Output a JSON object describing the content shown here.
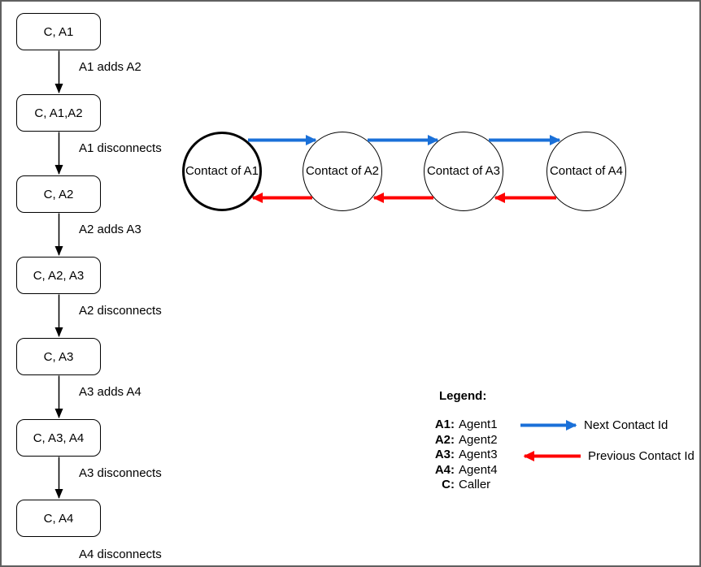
{
  "flow": {
    "boxes": [
      "C, A1",
      "C, A1,A2",
      "C, A2",
      "C, A2, A3",
      "C, A3",
      "C, A3, A4",
      "C, A4"
    ],
    "transitions": [
      "A1 adds A2",
      "A1 disconnects",
      "A2 adds A3",
      "A2 disconnects",
      "A3 adds A4",
      "A3 disconnects",
      "A4 disconnects"
    ]
  },
  "contacts": [
    "Contact of A1",
    "Contact of A2",
    "Contact of A3",
    "Contact of A4"
  ],
  "legend": {
    "title": "Legend:",
    "entries": [
      {
        "key": "A1:",
        "value": "Agent1"
      },
      {
        "key": "A2:",
        "value": "Agent2"
      },
      {
        "key": "A3:",
        "value": "Agent3"
      },
      {
        "key": "A4:",
        "value": "Agent4"
      },
      {
        "key": "C:",
        "value": "Caller"
      }
    ],
    "next_label": "Next Contact Id",
    "previous_label": "Previous Contact Id"
  },
  "colors": {
    "next": "#1a70d8",
    "prev": "#ff0000",
    "shape_stroke": "#000000"
  }
}
